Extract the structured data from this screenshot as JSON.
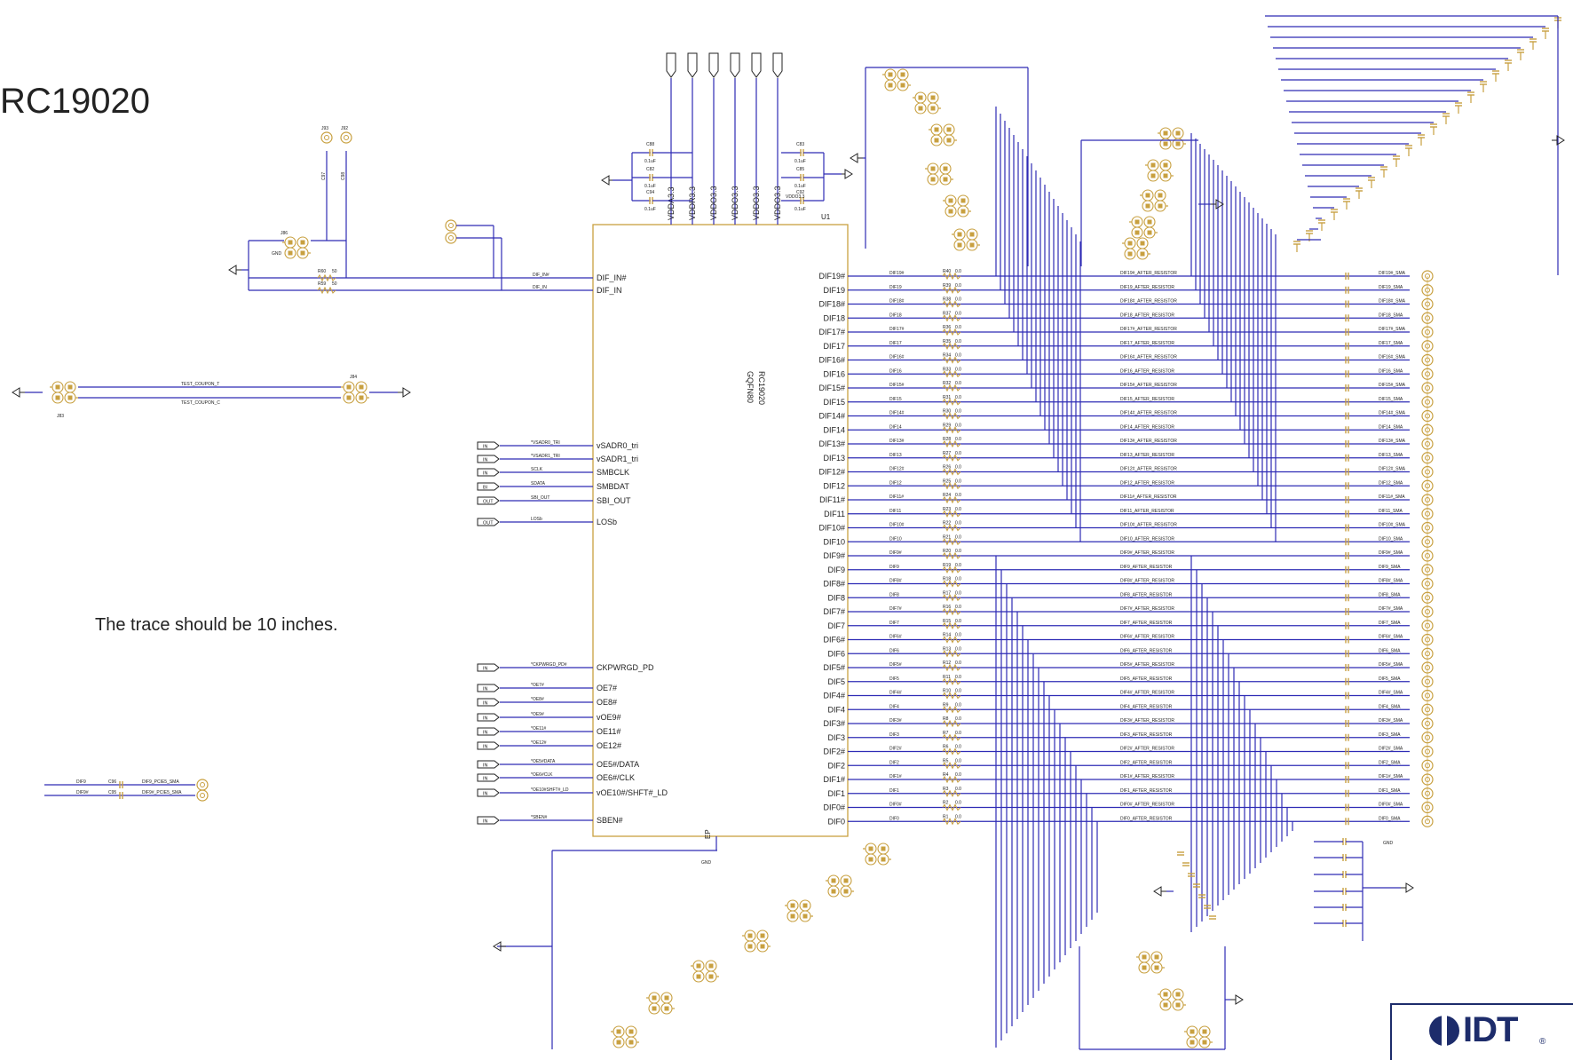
{
  "title": "RC19020",
  "note": "The  trace should be 10 inches.",
  "chip": {
    "ref": "U1",
    "part": "RC19020",
    "package": "GQFN80",
    "supply_pins": [
      "VDDA3.3",
      "VDDR3.3",
      "VDDO3.3",
      "VDDO3.3",
      "VDDO3.3",
      "VDDO3.3"
    ],
    "input_pins": [
      "DIF_IN#",
      "DIF_IN"
    ],
    "input_nets": [
      "DIF_IN#",
      "DIF_IN"
    ],
    "control_pins": [
      {
        "pin": "vSADR0_tri",
        "net": "*VSADR0_TRI",
        "port": "IN"
      },
      {
        "pin": "vSADR1_tri",
        "net": "*VSADR1_TRI",
        "port": "IN"
      },
      {
        "pin": "SMBCLK",
        "net": "SCLK",
        "port": "IN"
      },
      {
        "pin": "SMBDAT",
        "net": "SDATA",
        "port": "BI"
      },
      {
        "pin": "SBI_OUT",
        "net": "SBI_OUT",
        "port": "OUT"
      },
      {
        "pin": "LOSb",
        "net": "LOSb",
        "port": "OUT"
      },
      {
        "pin": "CKPWRGD_PD",
        "net": "*CKPWRGD_PD#",
        "port": "IN"
      },
      {
        "pin": "OE7#",
        "net": "*OE7#",
        "port": "IN"
      },
      {
        "pin": "OE8#",
        "net": "*OE8#",
        "port": "IN"
      },
      {
        "pin": "vOE9#",
        "net": "*OE9#",
        "port": "IN"
      },
      {
        "pin": "OE11#",
        "net": "*OE11#",
        "port": "IN"
      },
      {
        "pin": "OE12#",
        "net": "*OE12#",
        "port": "IN"
      },
      {
        "pin": "OE5#/DATA",
        "net": "*OE5#DATA",
        "port": "IN"
      },
      {
        "pin": "OE6#/CLK",
        "net": "*OE6#CLK",
        "port": "IN"
      },
      {
        "pin": "vOE10#/SHFT#_LD",
        "net": "*OE10#SHFT#_LD",
        "port": "IN"
      },
      {
        "pin": "SBEN#",
        "net": "*SBEN#",
        "port": "IN"
      }
    ],
    "ep_pin": "EP",
    "outputs": [
      {
        "pin": "DIF19#",
        "res": "R40"
      },
      {
        "pin": "DIF19",
        "res": "R39"
      },
      {
        "pin": "DIF18#",
        "res": "R38"
      },
      {
        "pin": "DIF18",
        "res": "R37"
      },
      {
        "pin": "DIF17#",
        "res": "R36"
      },
      {
        "pin": "DIF17",
        "res": "R35"
      },
      {
        "pin": "DIF16#",
        "res": "R34"
      },
      {
        "pin": "DIF16",
        "res": "R33"
      },
      {
        "pin": "DIF15#",
        "res": "R32"
      },
      {
        "pin": "DIF15",
        "res": "R31"
      },
      {
        "pin": "DIF14#",
        "res": "R30"
      },
      {
        "pin": "DIF14",
        "res": "R29"
      },
      {
        "pin": "DIF13#",
        "res": "R28"
      },
      {
        "pin": "DIF13",
        "res": "R27"
      },
      {
        "pin": "DIF12#",
        "res": "R26"
      },
      {
        "pin": "DIF12",
        "res": "R25"
      },
      {
        "pin": "DIF11#",
        "res": "R24"
      },
      {
        "pin": "DIF11",
        "res": "R23"
      },
      {
        "pin": "DIF10#",
        "res": "R22"
      },
      {
        "pin": "DIF10",
        "res": "R21"
      },
      {
        "pin": "DIF9#",
        "res": "R20"
      },
      {
        "pin": "DIF9",
        "res": "R19"
      },
      {
        "pin": "DIF8#",
        "res": "R18"
      },
      {
        "pin": "DIF8",
        "res": "R17"
      },
      {
        "pin": "DIF7#",
        "res": "R16"
      },
      {
        "pin": "DIF7",
        "res": "R15"
      },
      {
        "pin": "DIF6#",
        "res": "R14"
      },
      {
        "pin": "DIF6",
        "res": "R13"
      },
      {
        "pin": "DIF5#",
        "res": "R12"
      },
      {
        "pin": "DIF5",
        "res": "R11"
      },
      {
        "pin": "DIF4#",
        "res": "R10"
      },
      {
        "pin": "DIF4",
        "res": "R9"
      },
      {
        "pin": "DIF3#",
        "res": "R8"
      },
      {
        "pin": "DIF3",
        "res": "R7"
      },
      {
        "pin": "DIF2#",
        "res": "R6"
      },
      {
        "pin": "DIF2",
        "res": "R5"
      },
      {
        "pin": "DIF1#",
        "res": "R4"
      },
      {
        "pin": "DIF1",
        "res": "R3"
      },
      {
        "pin": "DIF0#",
        "res": "R2"
      },
      {
        "pin": "DIF0",
        "res": "R1"
      }
    ],
    "res_value": "0.0",
    "after_suffix": "_AFTER_RESISTOR",
    "sma_suffix": "_SMA"
  },
  "decoupling": {
    "caps": [
      "C88",
      "C82",
      "C94",
      "C83",
      "C85",
      "C92"
    ],
    "value": "0.1uF",
    "vddo_label": "VDDO3.3"
  },
  "input_network": {
    "r_hash": {
      "ref": "R60",
      "value": "50"
    },
    "r_plain": {
      "ref": "R59",
      "value": "50"
    },
    "gnd_label": "GND",
    "connector": "J86",
    "top_refs": [
      "J93",
      "J92"
    ],
    "cap_refs": [
      "C97",
      "C98"
    ]
  },
  "test_coupon": {
    "nets": [
      "TEST_COUPON_T",
      "TEST_COUPON_C"
    ],
    "connectors": [
      "J83",
      "J84"
    ]
  },
  "pcie_side": {
    "nets_in": [
      "DIF9",
      "DIF9#"
    ],
    "caps": [
      "C96",
      "C95"
    ],
    "nets_out": [
      "DIF9_PCIE5_SMA",
      "DIF9#_PCIE5_SMA"
    ]
  },
  "bottom_gnd": "GND",
  "top_right_gnd": "GND",
  "colors": {
    "wire": "#2e2bb5",
    "component": "#c8a040",
    "text": "#222222",
    "logo": "#1d2c6b"
  },
  "logo": {
    "text": "IDT",
    "reg": "®"
  }
}
